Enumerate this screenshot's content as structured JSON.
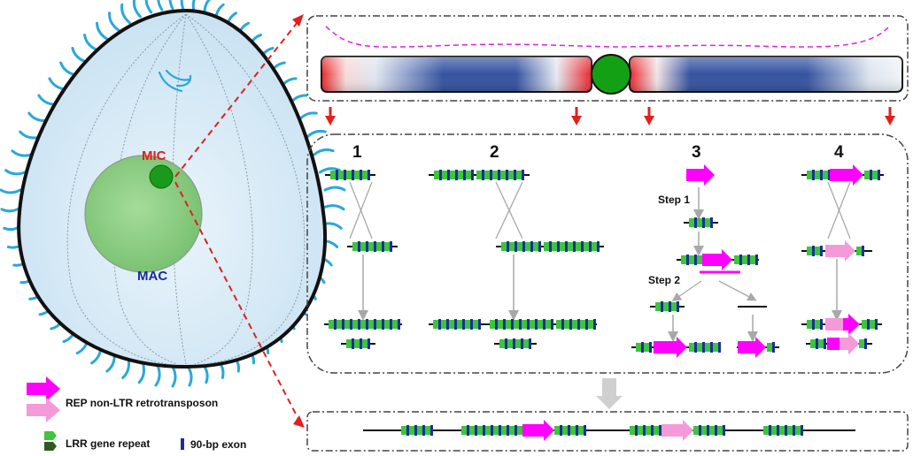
{
  "cell": {
    "mic_label": "MIC",
    "mac_label": "MAC"
  },
  "legend": {
    "rep_label": "REP non-LTR retrotransposon",
    "lrr_label": "LRR gene repeat",
    "exon_label": "90-bp exon"
  },
  "panels": {
    "p1": "1",
    "p2": "2",
    "p3": "3",
    "p4": "4",
    "step1": "Step 1",
    "step2": "Step 2"
  },
  "colors": {
    "cilia": "#2aa8d8",
    "cell_fill": "#d7eaf6",
    "mac_green": "#8fcf86",
    "mic_green": "#1a9a1a",
    "rep_magenta": "#ff00ff",
    "rep_pink": "#f49ad8",
    "lrr_green": "#3ec43e",
    "exon_blue": "#1b2f99",
    "red": "#e0201c",
    "chrom_blue": "#2f4c9c"
  }
}
